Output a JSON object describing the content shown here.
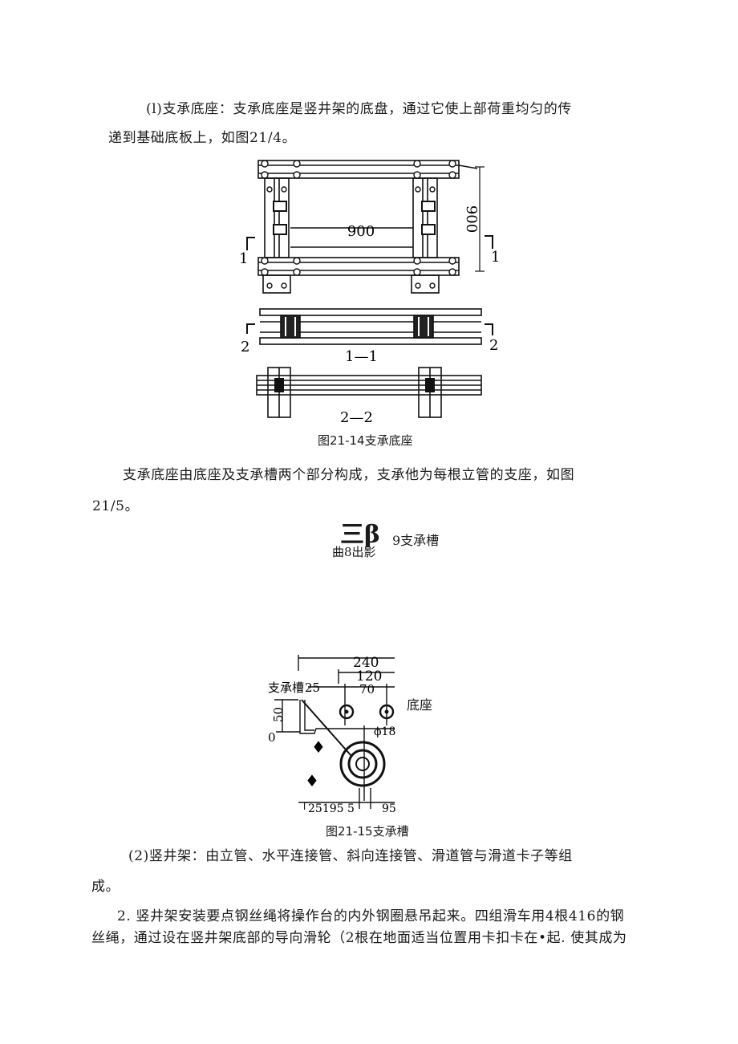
{
  "para1": {
    "line1": "(l)支承底座：支承底座是竖井架的底盘，通过它使上部荷重均匀的传",
    "line2": "递到基础底板上，如图21/4。"
  },
  "fig1": {
    "caption": "图21-14支承底座",
    "dim_horizontal": "900",
    "dim_vertical": "900",
    "section1_left": "1",
    "section1_right": "1",
    "section2_left": "2",
    "section2_right": "2",
    "section1_label": "1—1",
    "section2_label": "2—2"
  },
  "para2": {
    "line1": "支承底座由底座及支承槽两个部分构成，支承他为每根立管的支座，如图",
    "line2": "21/5。"
  },
  "garbled": {
    "big": "三β",
    "small_right": "9支承槽",
    "small_below": "曲8出影"
  },
  "fig2": {
    "caption": "图21-15支承槽",
    "label_right": "底座",
    "label_trough": "支承槽",
    "dim_240": "240",
    "dim_120": "120",
    "dim_25": "25",
    "dim_70": "70",
    "dim_50": "50",
    "dim_0": "0",
    "dim_phi18": "ϕ18",
    "bottom_dims": "「25195 5",
    "bottom_dims2": "95",
    "diamond": "♦"
  },
  "para3": {
    "line1": "(2)竖井架：由立管、水平连接管、斜向连接管、滑道管与滑道卡子等组",
    "line2": "成。"
  },
  "para4": {
    "line1": "2. 竖井架安装要点钢丝绳将操作台的内外钢圈悬吊起来。四组滑车用4根416的钢",
    "line2": "丝绳，通过设在竖井架底部的导向滑轮（2根在地面适当位置用卡扣卡在•起. 使其成为"
  }
}
